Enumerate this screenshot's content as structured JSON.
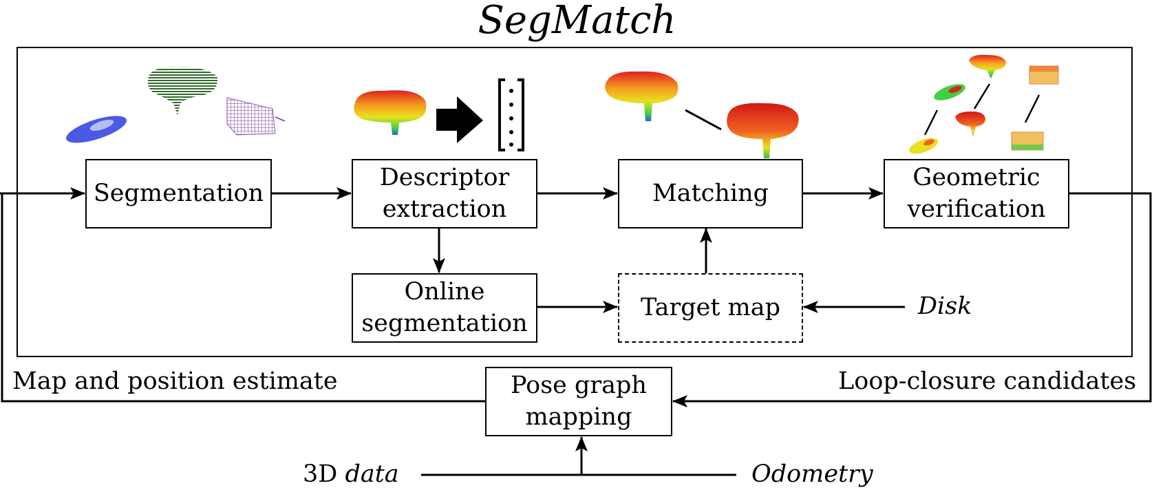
{
  "title": "SegMatch",
  "boxes": {
    "segmentation": "Segmentation",
    "descriptor_line1": "Descriptor",
    "descriptor_line2": "extraction",
    "matching": "Matching",
    "geometric_line1": "Geometric",
    "geometric_line2": "verification",
    "online_line1": "Online",
    "online_line2": "segmentation",
    "target_map": "Target map",
    "pose_line1": "Pose graph",
    "pose_line2": "mapping"
  },
  "labels": {
    "disk": "Disk",
    "map_position": "Map and position estimate",
    "loop_closure": "Loop-closure candidates",
    "data_prefix": "3D ",
    "data_italic": "data",
    "odometry": "Odometry"
  },
  "colors": {
    "line": "#000000",
    "car_blue": "#2a3de0",
    "tree_green": "#2f6b2a",
    "building_purple": "#8a5ab0"
  }
}
